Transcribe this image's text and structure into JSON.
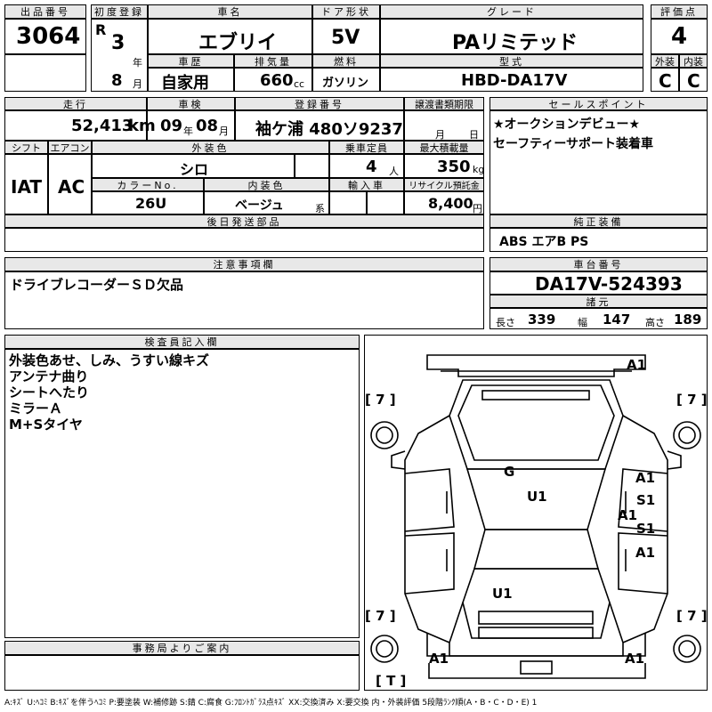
{
  "labels": {
    "lot_no": "出品番号",
    "first_reg": "初度登録",
    "car_name": "車名",
    "door": "ドア形状",
    "grade": "グレード",
    "score": "評価点",
    "history": "車歴",
    "displacement": "排気量",
    "fuel": "燃料",
    "model": "型式",
    "exterior": "外装",
    "interior": "内装",
    "mileage": "走行",
    "inspection": "車検",
    "plate": "登録番号",
    "transfer": "譲渡書類期限",
    "sales_point": "セールスポイント",
    "shift": "シフト",
    "aircon": "エアコン",
    "ext_color": "外装色",
    "capacity": "乗車定員",
    "max_load": "最大積載量",
    "color_no": "カラーNo.",
    "int_color": "内装色",
    "import": "輸入車",
    "recycle": "リサイクル預託金",
    "later_parts": "後日発送部品",
    "standard_equip": "純正装備",
    "caution": "注意事項欄",
    "chassis": "車台番号",
    "dims": "諸元",
    "inspector": "検査員記入欄",
    "office": "事務局よりご案内"
  },
  "lot": {
    "number": "3064"
  },
  "first_reg": {
    "era": "R",
    "year": "3",
    "year_unit": "年",
    "month": "8",
    "month_unit": "月"
  },
  "car": {
    "name": "エブリイ",
    "door": "5V",
    "grade": "PAリミテッド",
    "history": "自家用",
    "displacement": "660",
    "displacement_unit": "cc",
    "fuel": "ガソリン",
    "model": "HBD-DA17V"
  },
  "score": {
    "overall": "4",
    "exterior": "C",
    "interior": "C"
  },
  "mileage": {
    "value": "52,413",
    "unit": "km"
  },
  "inspection": {
    "year": "09",
    "year_unit": "年",
    "month": "08",
    "month_unit": "月"
  },
  "plate": {
    "value": "袖ケ浦 480ソ9237"
  },
  "transfer": {
    "month_unit": "月",
    "day_unit": "日"
  },
  "sales_points": [
    "★オークションデビュー★",
    "セーフティーサポート装着車"
  ],
  "shift": "IAT",
  "aircon": "AC",
  "ext_color": "シロ",
  "capacity": {
    "value": "4",
    "unit": "人"
  },
  "max_load": {
    "value": "350",
    "unit": "kg"
  },
  "color_no": "26U",
  "int_color": {
    "value": "ベージュ",
    "unit": "系"
  },
  "recycle": {
    "value": "8,400",
    "unit": "円"
  },
  "standard_equip": "ABS エアB PS",
  "caution_notes": [
    "ドライブレコーダーＳＤ欠品"
  ],
  "chassis_no": "DA17V-524393",
  "dims": {
    "length_label": "長さ",
    "length": "339",
    "width_label": "幅",
    "width": "147",
    "height_label": "高さ",
    "height": "189"
  },
  "inspector_notes": [
    "外装色あせ、しみ、うすい線キズ",
    "アンテナ曲り",
    "シートへたり",
    "ミラーＡ",
    "M+Sタイヤ"
  ],
  "diagram_marks": {
    "a1_top": "A1",
    "g": "G",
    "u1_roof": "U1",
    "u1_floor": "U1",
    "a1_rdoor1": "A1",
    "s1_rdoor1": "S1",
    "a1_rpillar": "A1",
    "s1_rdoor2": "S1",
    "a1_rdoor2": "A1",
    "a1_bl": "A1",
    "a1_br": "A1",
    "tire_fl": "[ 7 ]",
    "tire_fr": "[ 7 ]",
    "tire_rl": "[ 7 ]",
    "tire_rr": "[ 7 ]",
    "spare": "[ T ]"
  },
  "legend": "A:ｷｽﾞ U:ﾍｺﾐ B:ｷｽﾞを伴うﾍｺﾐ P:要塗装 W:補修跡 S:錆 C:腐食 G:ﾌﾛﾝﾄｶﾞﾗｽ点ｷｽﾞ XX:交換済み X:要交換 内・外装評価 5段階ﾗﾝｸ順(A・B・C・D・E) 1"
}
